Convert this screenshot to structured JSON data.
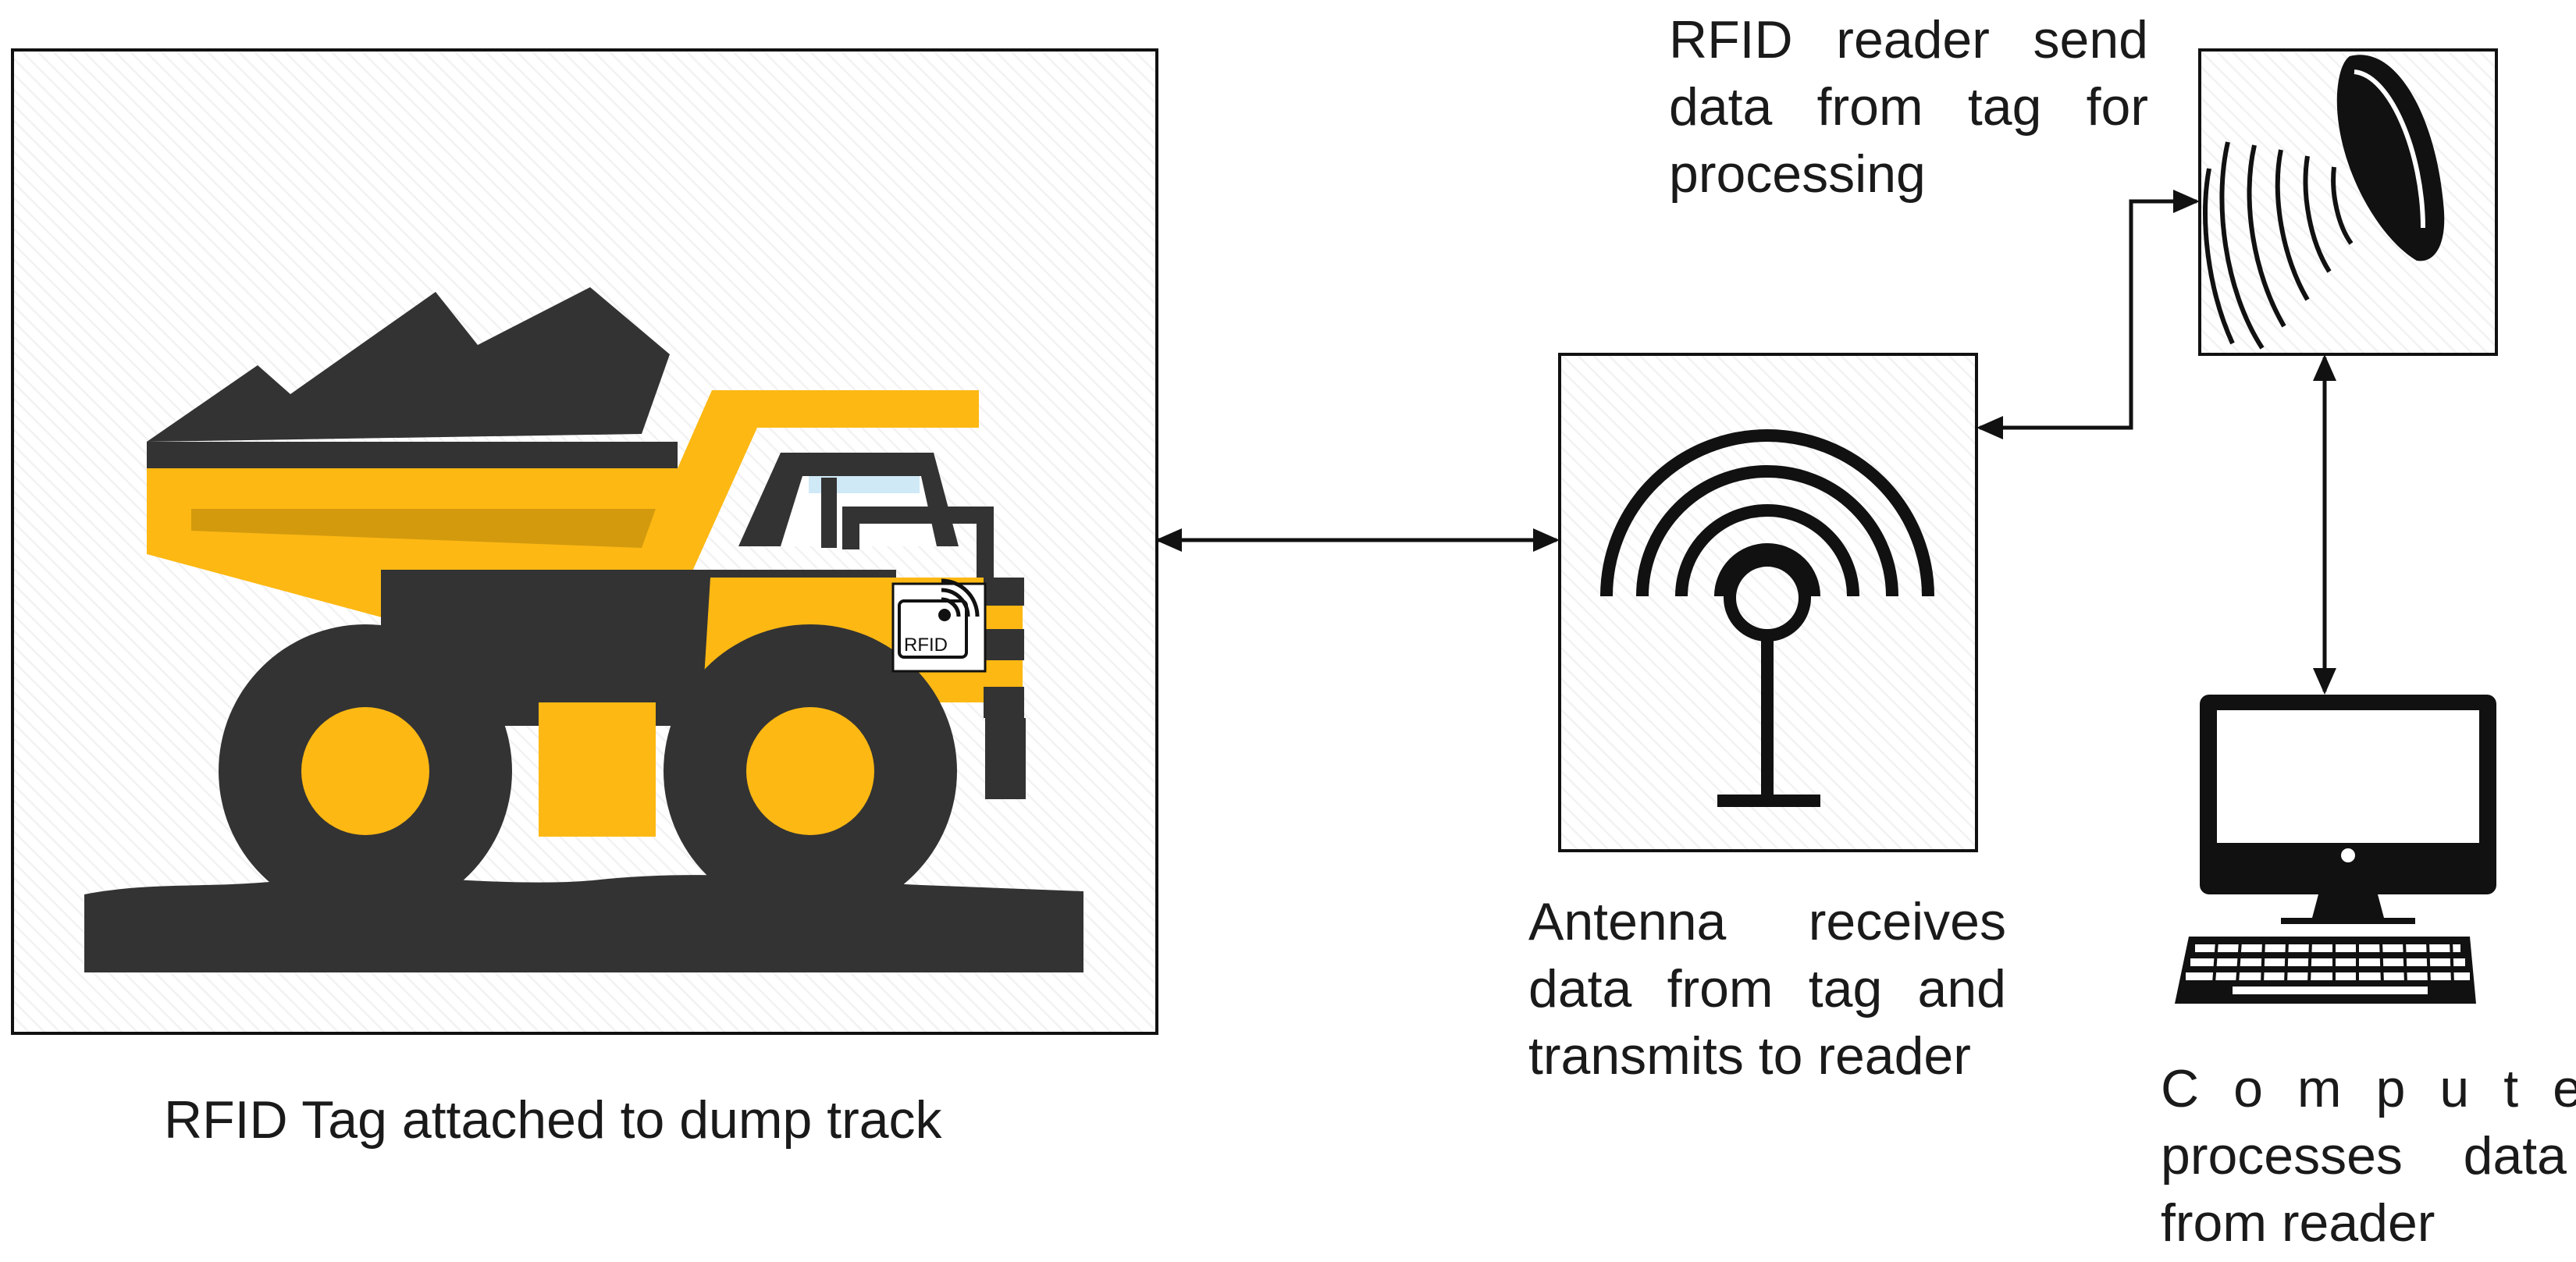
{
  "nodes": {
    "truck": {
      "caption": "RFID Tag attached to dump track",
      "tag_label": "RFID",
      "colors": {
        "body": "#FDB813",
        "shadow": "#D39A0E",
        "dark": "#333333"
      }
    },
    "antenna": {
      "caption_lines": [
        "Antenna receives",
        "data from tag and",
        "transmits to reader"
      ]
    },
    "reader": {
      "caption_lines": [
        "RFID reader send",
        "data from tag for",
        "processing"
      ]
    },
    "computer": {
      "caption_lines": [
        "Computer",
        "processes data",
        "from reader"
      ]
    }
  }
}
